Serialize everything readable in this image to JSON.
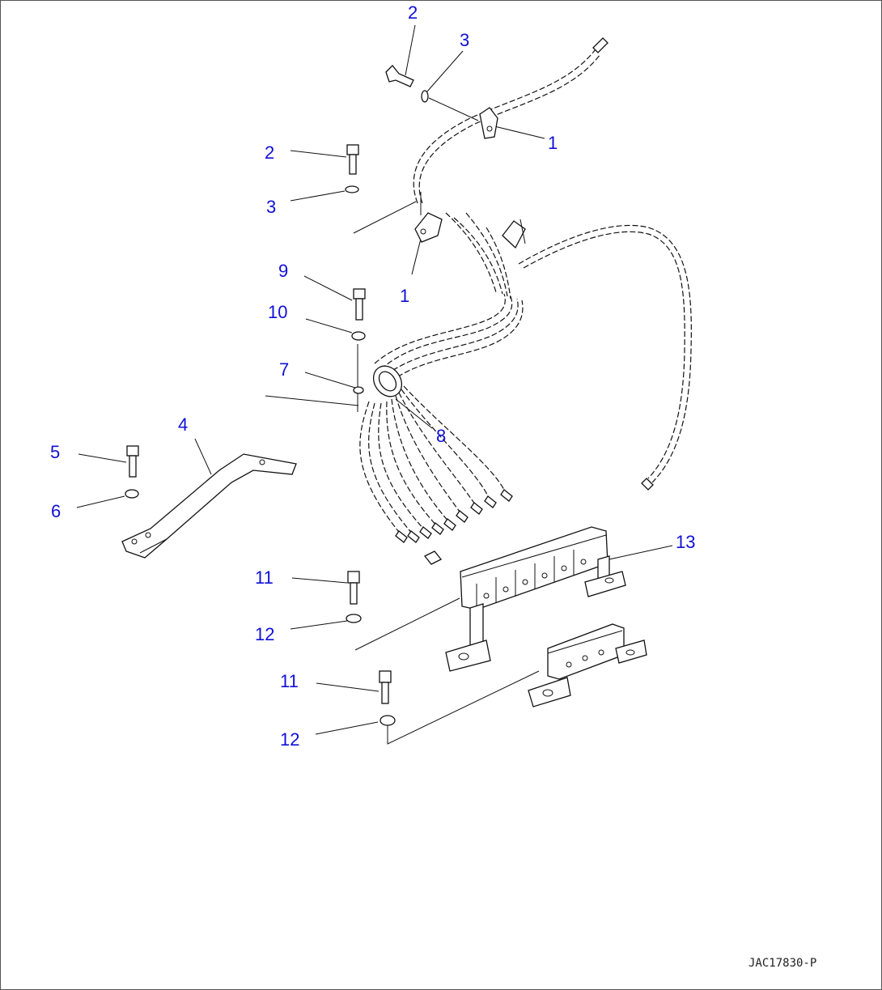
{
  "callouts": [
    "2",
    "3",
    "1",
    "2",
    "3",
    "1",
    "9",
    "10",
    "7",
    "8",
    "4",
    "5",
    "6",
    "13",
    "11",
    "12",
    "11",
    "12"
  ],
  "drawing_ref": "JAC17830-P",
  "colors": {
    "callout": "#1010d8",
    "line": "#111111",
    "frame": "#555555"
  }
}
